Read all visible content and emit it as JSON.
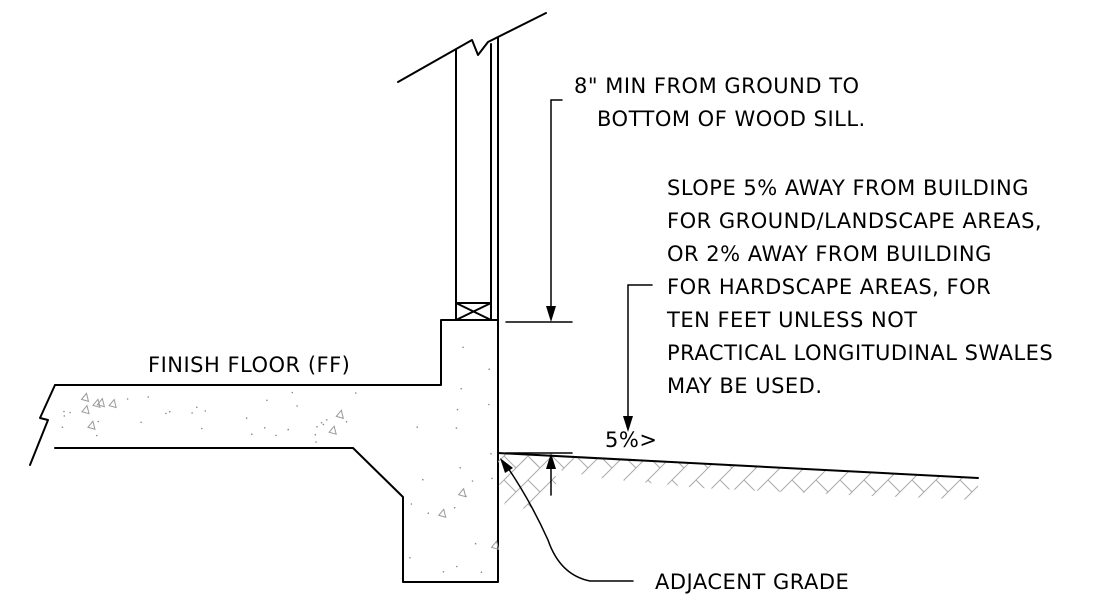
{
  "notes": {
    "sill_clearance": [
      "8\" MIN FROM GROUND TO",
      "BOTTOM OF WOOD SILL."
    ],
    "slope": [
      "SLOPE 5% AWAY FROM BUILDING",
      "FOR GROUND/LANDSCAPE AREAS,",
      "OR 2% AWAY FROM BUILDING",
      "FOR HARDSCAPE AREAS, FOR",
      "TEN FEET UNLESS NOT",
      "PRACTICAL LONGITUDINAL SWALES",
      "MAY BE USED."
    ],
    "finish_floor": "FINISH FLOOR (FF)",
    "slope_mark": "5%>",
    "adjacent_grade": "ADJACENT GRADE"
  }
}
